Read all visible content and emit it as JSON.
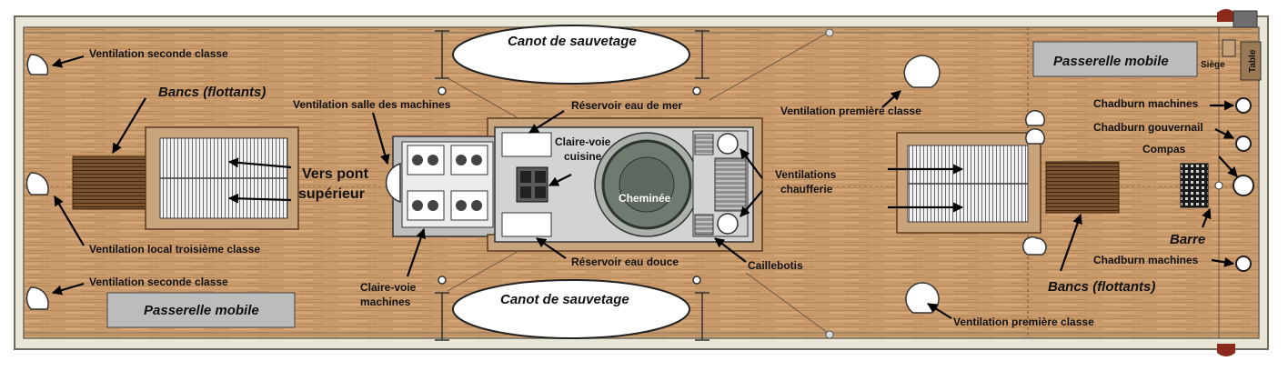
{
  "colors": {
    "deck": "#c99a6b",
    "deck_line": "#b88756",
    "rail": "#e9e6d8",
    "rail_dark": "#6e6a5c",
    "house": "#d2d0c8",
    "house_inner": "#e4e4e4",
    "grey_panel": "#b7b7b7",
    "boat": "#ffffff",
    "funnel": "#6f7a70",
    "bench": "#5a3a1e",
    "trim_red": "#8a2a1a"
  },
  "labels": {
    "vent_second_top": "Ventilation seconde classe",
    "vent_second_bottom": "Ventilation seconde classe",
    "bancs_left": "Bancs (flottants)",
    "bancs_right": "Bancs (flottants)",
    "vent_local_third": "Ventilation local troisième classe",
    "vent_engine_room": "Ventilation salle des machines",
    "vers_pont_line1": "Vers pont",
    "vers_pont_line2": "supérieur",
    "canot_top": "Canot de sauvetage",
    "canot_bottom": "Canot de sauvetage",
    "reservoir_mer": "Réservoir eau de mer",
    "reservoir_douce": "Réservoir eau douce",
    "claire_voie_cuisine_1": "Claire-voie",
    "claire_voie_cuisine_2": "cuisine",
    "claire_voie_machines_1": "Claire-voie",
    "claire_voie_machines_2": "machines",
    "cheminee": "Cheminée",
    "ventilations_chaufferie_1": "Ventilations",
    "ventilations_chaufferie_2": "chaufferie",
    "caillebotis": "Caillebotis",
    "vent_first_top": "Ventilation première classe",
    "vent_first_bottom": "Ventilation première classe",
    "passerelle_top": "Passerelle mobile",
    "passerelle_bottom": "Passerelle mobile",
    "siege": "Siège",
    "table": "Table",
    "chadburn_machines_top": "Chadburn machines",
    "chadburn_gouvernail": "Chadburn gouvernail",
    "compas": "Compas",
    "barre": "Barre",
    "chadburn_machines_bottom": "Chadburn machines"
  }
}
